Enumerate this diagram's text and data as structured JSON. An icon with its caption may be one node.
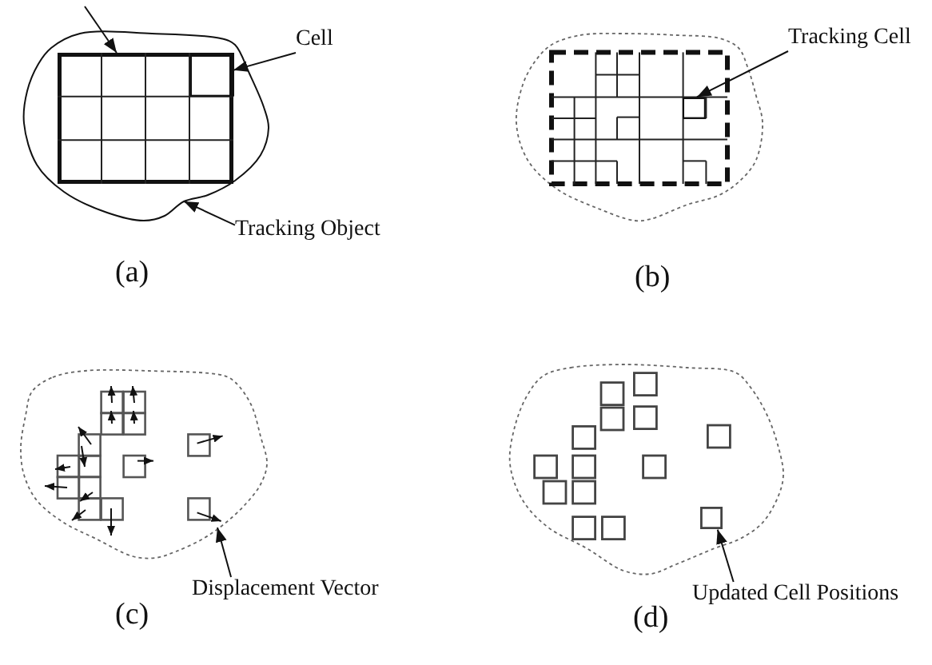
{
  "diagram": {
    "nodes": [
      {
        "text": [],
        "shape": "blob"
      },
      {
        "text": [],
        "shape": "grid",
        "in": 0
      },
      {
        "text": [],
        "shape": "box",
        "in": 1
      },
      {
        "text": [
          "Cell"
        ]
      },
      {
        "text": [
          "Tracking Object"
        ]
      },
      {
        "text": [],
        "shape": "box"
      },
      {
        "text": [
          "Tracking Cell"
        ]
      },
      {
        "text": [],
        "shape": "arrow"
      },
      {
        "text": [
          "Displacement Vector"
        ]
      },
      {
        "text": [],
        "shape": "box"
      },
      {
        "text": [
          "Updated Cell Positions"
        ]
      }
    ],
    "edges": [
      {
        "from": null,
        "to": 1,
        "arrow": "to"
      },
      {
        "from": 3,
        "to": 2,
        "arrow": "to"
      },
      {
        "from": 4,
        "to": 0,
        "arrow": "to"
      },
      {
        "from": 6,
        "to": 5,
        "arrow": "to"
      },
      {
        "from": 8,
        "to": 7,
        "arrow": "to"
      },
      {
        "from": 10,
        "to": 9,
        "arrow": "to"
      }
    ],
    "labels": [
      "(a)",
      "(b)",
      "(c)",
      "(d)"
    ]
  }
}
